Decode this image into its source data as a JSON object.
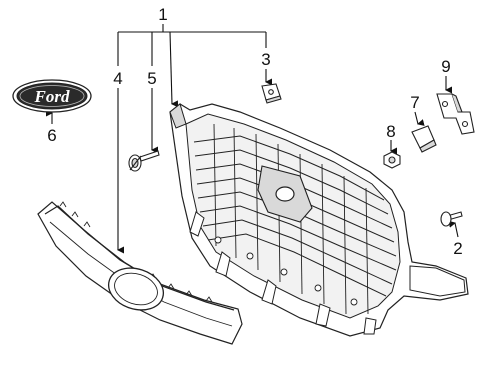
{
  "diagram": {
    "callouts": {
      "c1": "1",
      "c2": "2",
      "c3": "3",
      "c4": "4",
      "c5": "5",
      "c6": "6",
      "c7": "7",
      "c8": "8",
      "c9": "9"
    },
    "emblem_text": "Ford"
  },
  "colors": {
    "line": "#222222",
    "emblem_fill": "#2a2a2a",
    "part_fill": "#ffffff",
    "shade": "#d9d9d9"
  }
}
